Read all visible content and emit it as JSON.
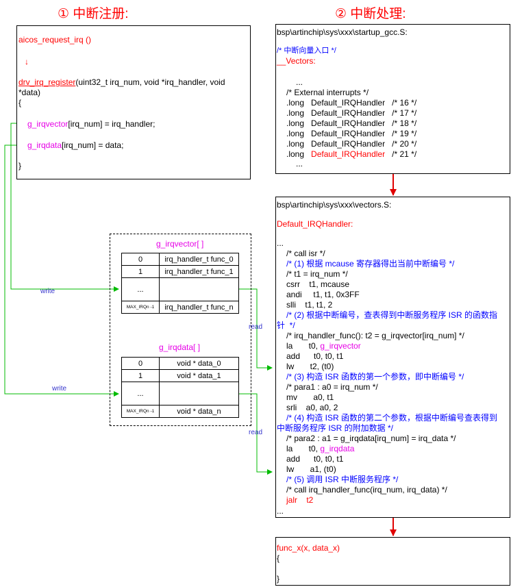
{
  "titles": {
    "register": "① 中断注册:",
    "handle": "② 中断处理:"
  },
  "reg_box": {
    "func_call": "aicos_request_irq ()",
    "arrow": "↓",
    "signature_func": "drv_irq_register",
    "signature_rest_1": "(uint32_t irq_num, void *irq_handler, void",
    "signature_rest_2": "*data)",
    "open_brace": "{",
    "line1_var": "g_irqvector",
    "line1_rest": "[irq_num] = irq_handler;",
    "line2_var": "g_irqdata",
    "line2_rest": "[irq_num] = data;",
    "close_brace": "}"
  },
  "startup_box": {
    "path": "bsp\\artinchip\\sys\\xxx\\startup_gcc.S:",
    "comment": "/* 中断向量入口 */",
    "label": "__Vectors:",
    "dots1": "...",
    "ext_comment": "/* External interrupts */",
    "lines": [
      {
        "op": ".long",
        "handler": "Default_IRQHandler",
        "num": "/* 16 */",
        "hl": false
      },
      {
        "op": ".long",
        "handler": "Default_IRQHandler",
        "num": "/* 17 */",
        "hl": false
      },
      {
        "op": ".long",
        "handler": "Default_IRQHandler",
        "num": "/* 18 */",
        "hl": false
      },
      {
        "op": ".long",
        "handler": "Default_IRQHandler",
        "num": "/* 19 */",
        "hl": false
      },
      {
        "op": ".long",
        "handler": "Default_IRQHandler",
        "num": "/* 20 */",
        "hl": false
      },
      {
        "op": ".long",
        "handler": "Default_IRQHandler",
        "num": "/* 21 */",
        "hl": true
      }
    ],
    "dots2": "..."
  },
  "vectors_box": {
    "path": "bsp\\artinchip\\sys\\xxx\\vectors.S:",
    "label": "Default_IRQHandler:",
    "dots": "...",
    "l_call_isr": "/* call isr */",
    "l_c1": "/* (1) 根据 mcause 寄存器得出当前中断编号 */",
    "l_t1": "/* t1 = irq_num */",
    "l_csrr": "csrr    t1, mcause",
    "l_andi": "andi     t1, t1, 0x3FF",
    "l_slli": "slli    t1, t1, 2",
    "l_c2a": "/* (2) 根据中断编号，查表得到中断服务程序 ISR 的函数指",
    "l_c2b": "针  */",
    "l_func": "/* irq_handler_func(): t2 = g_irqvector[irq_num] */",
    "l_la1_op": "la       t0, ",
    "l_la1_var": "g_irqvector",
    "l_add1": "add      t0, t0, t1",
    "l_lw1": "lw       t2, (t0)",
    "l_c3": "/* (3) 构造 ISR 函数的第一个参数，即中断编号 */",
    "l_para1": "/* para1 : a0 = irq_num */",
    "l_mv": "mv       a0, t1",
    "l_srli": "srli    a0, a0, 2",
    "l_c4a": "/* (4) 构造 ISR 函数的第二个参数，根据中断编号查表得到",
    "l_c4b": "中断服务程序 ISR 的附加数据 */",
    "l_para2": "/* para2 : a1 = g_irqdata[irq_num] = irq_data */",
    "l_la2_op": "la       t0, ",
    "l_la2_var": "g_irqdata",
    "l_add2": "add      t0, t0, t1",
    "l_lw2": "lw       a1, (t0)",
    "l_c5": "/* (5) 调用 ISR 中断服务程序 */",
    "l_call": "/* call irq_handler_func(irq_num, irq_data) */",
    "l_jalr": "jalr    t2",
    "end_dots": "..."
  },
  "func_box": {
    "sig": "func_x(x, data_x)",
    "open": "{",
    "close": "}"
  },
  "irqvector_table": {
    "title": "g_irqvector[ ]",
    "rows": [
      {
        "idx": "0",
        "val": "irq_handler_t func_0"
      },
      {
        "idx": "1",
        "val": "irq_handler_t func_1"
      },
      {
        "idx": "...",
        "val": ""
      },
      {
        "idx": "MAX_IRQn -1",
        "val": "irq_handler_t func_n"
      }
    ]
  },
  "irqdata_table": {
    "title": "g_irqdata[ ]",
    "rows": [
      {
        "idx": "0",
        "val": "void * data_0"
      },
      {
        "idx": "1",
        "val": "void * data_1"
      },
      {
        "idx": "...",
        "val": ""
      },
      {
        "idx": "MAX_IRQn -1",
        "val": "void * data_n"
      }
    ]
  },
  "arrow_labels": {
    "write1": "write",
    "write2": "write",
    "read1": "read",
    "read2": "read"
  },
  "colors": {
    "red": "#ff0000",
    "blue": "#0000ff",
    "magenta": "#e600e6",
    "green": "#00bb00",
    "label_blue": "#3333cc"
  }
}
